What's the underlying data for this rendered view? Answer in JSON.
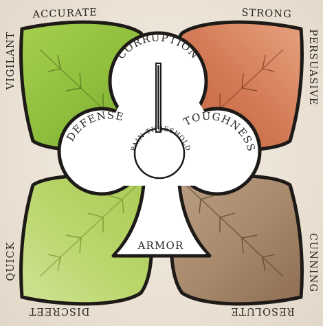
{
  "attributes": {
    "accurate": "ACCURATE",
    "vigilant": "VIGILANT",
    "strong": "STRONG",
    "persuasive": "PERSUASIVE",
    "quick": "QUICK",
    "discreet": "DISCREET",
    "cunning": "CUNNING",
    "resolute": "RESOLUTE"
  },
  "stats": {
    "corruption": "CORRUPTION",
    "defense": "DEFENSE",
    "toughness": "TOUGHNESS",
    "armor": "ARMOR",
    "pain_threshold": "PAIN THRESHOLD"
  },
  "colors": {
    "leaf_top_left": "#8fbf3c",
    "leaf_top_right": "#d47651",
    "leaf_bottom_left": "#b9d66a",
    "leaf_bottom_right": "#a38466",
    "outline": "#1d1a17",
    "club": "#ffffff",
    "background": "#ece4d8"
  }
}
